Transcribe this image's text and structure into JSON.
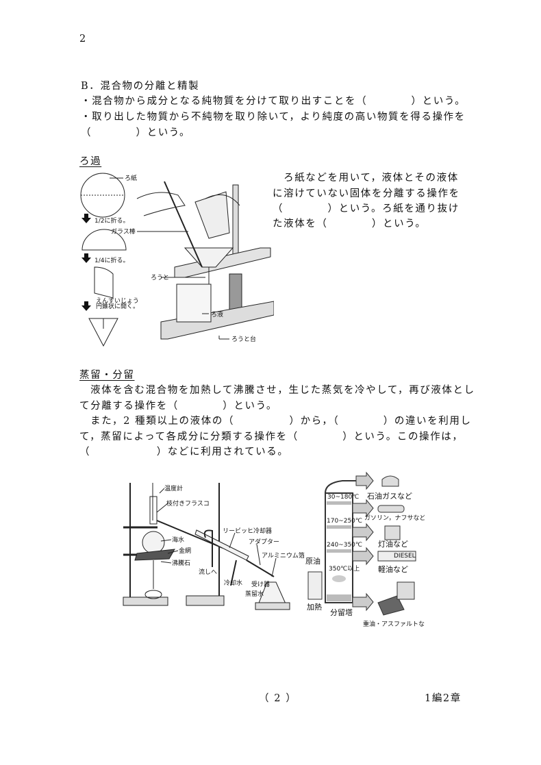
{
  "page_number_top": "2",
  "section_b": {
    "heading": "B．混合物の分離と精製",
    "lines": [
      "・混合物から成分となる純物質を分けて取り出すことを（　　　　）という。",
      "・取り出した物質から不純物を取り除いて，より純度の高い物質を得る操作を",
      "（　　　　）という。"
    ]
  },
  "filtration": {
    "heading": "ろ過",
    "lines": [
      "　ろ紙などを用いて，液体とその液体",
      "に溶けていない固体を分離する操作を",
      "（　　　　）という。ろ紙を通り抜け",
      "た液体を（　　　　）という。"
    ],
    "figure_labels": {
      "filter_paper": "ろ紙",
      "fold_half": "1/2に折る。",
      "fold_quarter": "1/4に折る。",
      "open_cone": "円錐状に開く。",
      "open_cone_ruby": "えんすいじょう",
      "glass_rod": "ガラス棒",
      "funnel": "ろうと",
      "filtrate": "ろ液",
      "funnel_stand": "ろうと台"
    }
  },
  "distillation": {
    "heading": "蒸留・分留",
    "lines": [
      "　液体を含む混合物を加熱して沸騰させ，生じた蒸気を冷やして，再び液体とし",
      "て分離する操作を（　　　　）という。",
      "　また，2 種類以上の液体の（　　　　　）から，（　　　　）の違いを利用し",
      "て，蒸留によって各成分に分類する操作を（　　　　）という。この操作は，",
      "（　　　　　　）などに利用されている。"
    ],
    "apparatus_labels": {
      "thermometer": "温度計",
      "flask": "枝付きフラスコ",
      "seawater": "海水",
      "wire_gauze": "金網",
      "boiling_chips": "沸騰石",
      "condenser": "リービッヒ冷却器",
      "adapter": "アダプター",
      "foil": "アルミニウム箔",
      "to_drain": "流しへ",
      "cooling_water": "冷却水",
      "receiver": "受け器",
      "distilled_water": "蒸留水"
    },
    "tower_labels": {
      "t1": "30~180℃",
      "t2": "170~250℃",
      "t3": "240~350℃",
      "t4": "350℃以上",
      "crude": "原油",
      "heat": "加熱",
      "tower": "分留塔",
      "p1": "石油ガスなど",
      "p2": "ガソリン，ナフサなど",
      "p3": "灯油など",
      "p4": "軽油など",
      "p5": "重油・アスファルトなど",
      "truck_text": "DIESEL"
    }
  },
  "footer": {
    "page": "（ 2 ）",
    "chapter": "1編2章"
  }
}
